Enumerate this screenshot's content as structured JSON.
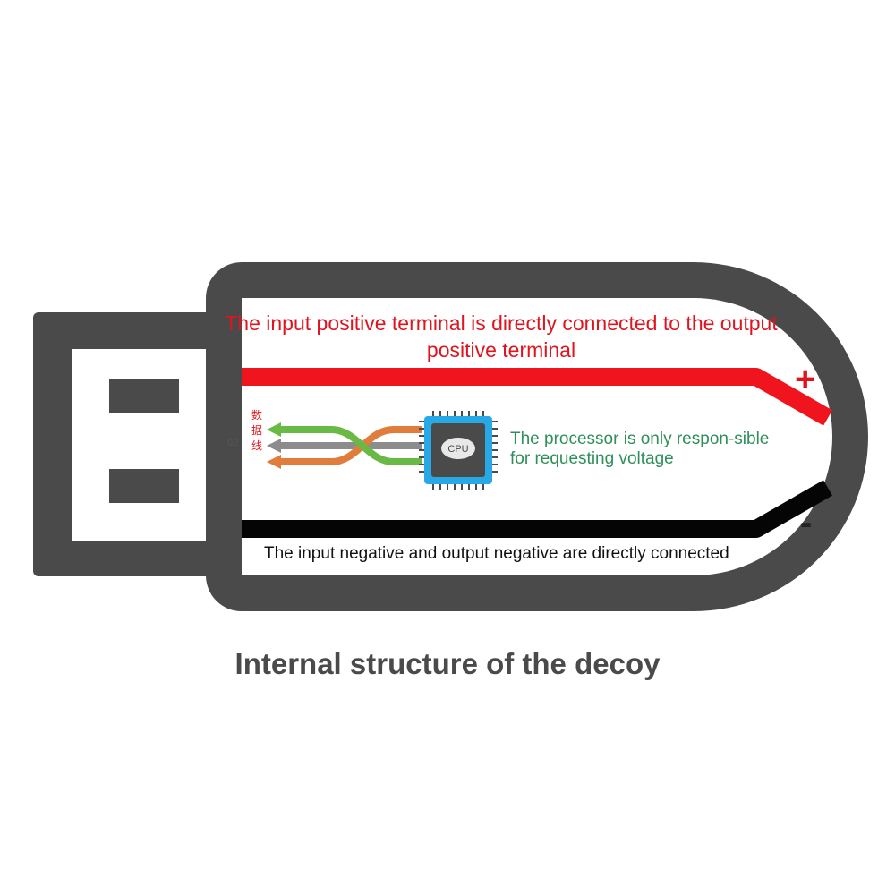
{
  "positive_line_label": "The input positive terminal is directly connected to the output positive terminal",
  "processor_label": "The processor is only respon-sible for requesting voltage",
  "negative_line_label": "The input negative and output negative are directly connected",
  "caption": "Internal structure of the decoy",
  "cpu_label": "CPU",
  "data_line_label": "数据线",
  "data_pin_label": "02",
  "positive_symbol": "+",
  "negative_symbol": "-",
  "colors": {
    "body": "#4a4a4a",
    "positive_wire": "#f0141e",
    "negative_wire": "#050505",
    "green_wire": "#6ab945",
    "orange_wire": "#e07c3c",
    "gray_wire": "#8c8c8c",
    "chip_border": "#29a8e6",
    "chip_body": "#4a4a4a",
    "positive_text": "#e0141e",
    "processor_text": "#2f8f5a",
    "negative_text": "#111111",
    "caption_text": "#4a4a4a",
    "plus_sign": "#e0141e",
    "minus_sign": "#222222"
  },
  "icons": [
    "usb-plug",
    "cpu-chip-icon",
    "arrow-left-icon"
  ]
}
